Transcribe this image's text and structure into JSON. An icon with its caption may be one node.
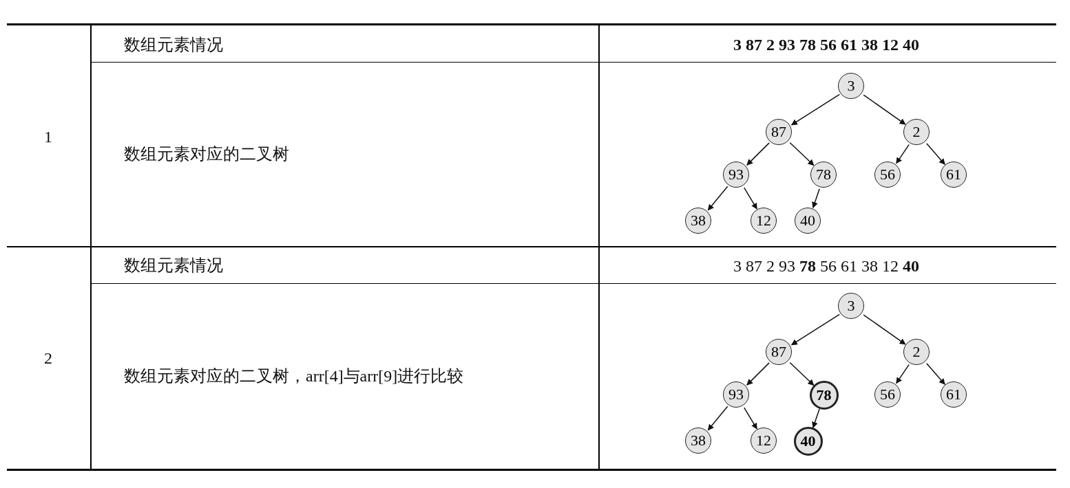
{
  "diagram": {
    "nodes": [
      {
        "text": [
          "3"
        ]
      },
      {
        "text": [
          "87"
        ]
      },
      {
        "text": [
          "2"
        ]
      },
      {
        "text": [
          "93"
        ]
      },
      {
        "text": [
          "78"
        ]
      },
      {
        "text": [
          "56"
        ]
      },
      {
        "text": [
          "61"
        ]
      },
      {
        "text": [
          "38"
        ]
      },
      {
        "text": [
          "12"
        ]
      },
      {
        "text": [
          "40"
        ]
      },
      {
        "text": [
          "3"
        ]
      },
      {
        "text": [
          "87"
        ]
      },
      {
        "text": [
          "2"
        ]
      },
      {
        "text": [
          "93"
        ]
      },
      {
        "text": [
          "78"
        ]
      },
      {
        "text": [
          "56"
        ]
      },
      {
        "text": [
          "61"
        ]
      },
      {
        "text": [
          "38"
        ]
      },
      {
        "text": [
          "12"
        ]
      },
      {
        "text": [
          "40"
        ]
      }
    ],
    "edges": [
      {
        "from": 0,
        "to": 1,
        "arrow": "to"
      },
      {
        "from": 0,
        "to": 2,
        "arrow": "to"
      },
      {
        "from": 1,
        "to": 3,
        "arrow": "to"
      },
      {
        "from": 1,
        "to": 4,
        "arrow": "to"
      },
      {
        "from": 2,
        "to": 5,
        "arrow": "to"
      },
      {
        "from": 2,
        "to": 6,
        "arrow": "to"
      },
      {
        "from": 3,
        "to": 7,
        "arrow": "to"
      },
      {
        "from": 3,
        "to": 8,
        "arrow": "to"
      },
      {
        "from": 4,
        "to": 9,
        "arrow": "to"
      },
      {
        "from": 10,
        "to": 11,
        "arrow": "to"
      },
      {
        "from": 10,
        "to": 12,
        "arrow": "to"
      },
      {
        "from": 11,
        "to": 13,
        "arrow": "to"
      },
      {
        "from": 11,
        "to": 14,
        "arrow": "to"
      },
      {
        "from": 12,
        "to": 15,
        "arrow": "to"
      },
      {
        "from": 12,
        "to": 16,
        "arrow": "to"
      },
      {
        "from": 13,
        "to": 17,
        "arrow": "to"
      },
      {
        "from": 13,
        "to": 18,
        "arrow": "to"
      },
      {
        "from": 14,
        "to": 19,
        "arrow": "to"
      }
    ],
    "labels": [
      "1",
      "数组元素情况",
      "3 87 2 93 78 56 61 38 12 40",
      "数组元素对应的二叉树",
      "2",
      "数组元素情况",
      "3 87 2 93 **78** 56 61 38 12 **40**",
      "数组元素对应的二叉树，arr[4]与arr[9]进行比较"
    ]
  }
}
